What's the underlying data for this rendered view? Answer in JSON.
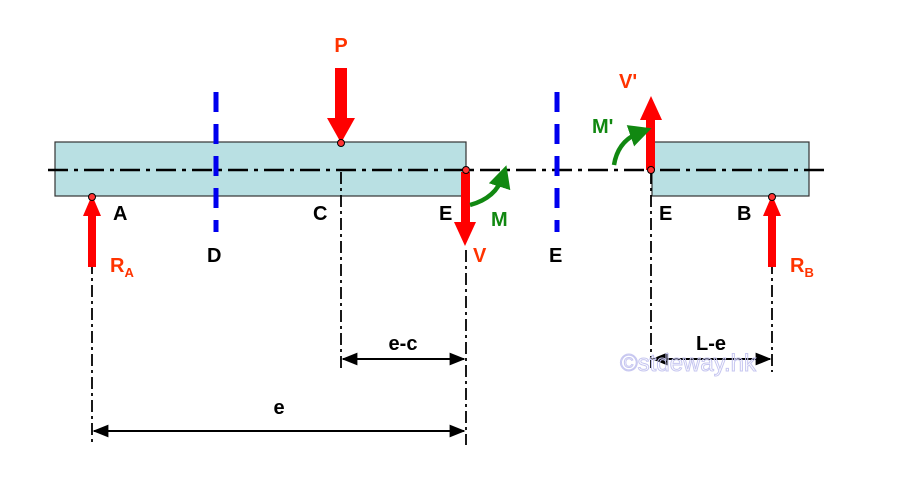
{
  "colors": {
    "beam_fill": "#b9e0e3",
    "beam_stroke": "#333333",
    "force": "#ff0000",
    "force_label": "#ff3300",
    "moment": "#118811",
    "section_line": "#0000ee",
    "dim_line": "#000000",
    "watermark": "#c6c6f0"
  },
  "labels": {
    "P": "P",
    "V": "V",
    "V_prime": "V'",
    "M": "M",
    "M_prime": "M'",
    "R_A_main": "R",
    "R_A_sub": "A",
    "R_B_main": "R",
    "R_B_sub": "B",
    "A": "A",
    "B": "B",
    "C": "C",
    "D": "D",
    "E_left": "E",
    "E_right": "E",
    "E_section": "E"
  },
  "dimensions": {
    "e_minus_c": "e-c",
    "e": "e",
    "L_minus_e": "L-e"
  },
  "watermark": "©stdeway.hk"
}
